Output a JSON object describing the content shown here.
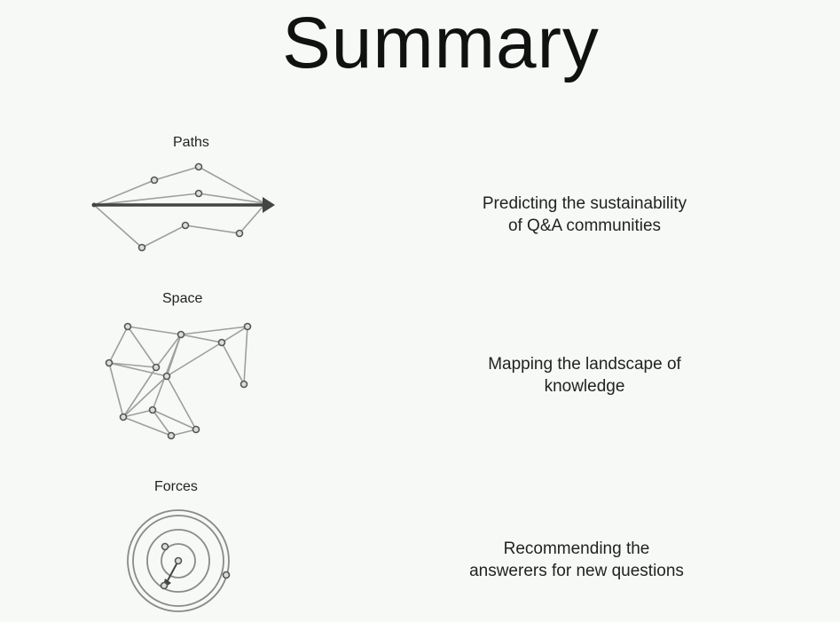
{
  "slide": {
    "title": "Summary"
  },
  "sections": [
    {
      "label": "Paths",
      "icon": "paths-diagram-icon",
      "description_line1": "Predicting the sustainability",
      "description_line2": "of Q&A communities"
    },
    {
      "label": "Space",
      "icon": "network-space-diagram-icon",
      "description_line1": "Mapping the landscape of",
      "description_line2": "knowledge"
    },
    {
      "label": "Forces",
      "icon": "concentric-forces-diagram-icon",
      "description_line1": "Recommending the",
      "description_line2": "answerers for new questions"
    }
  ]
}
